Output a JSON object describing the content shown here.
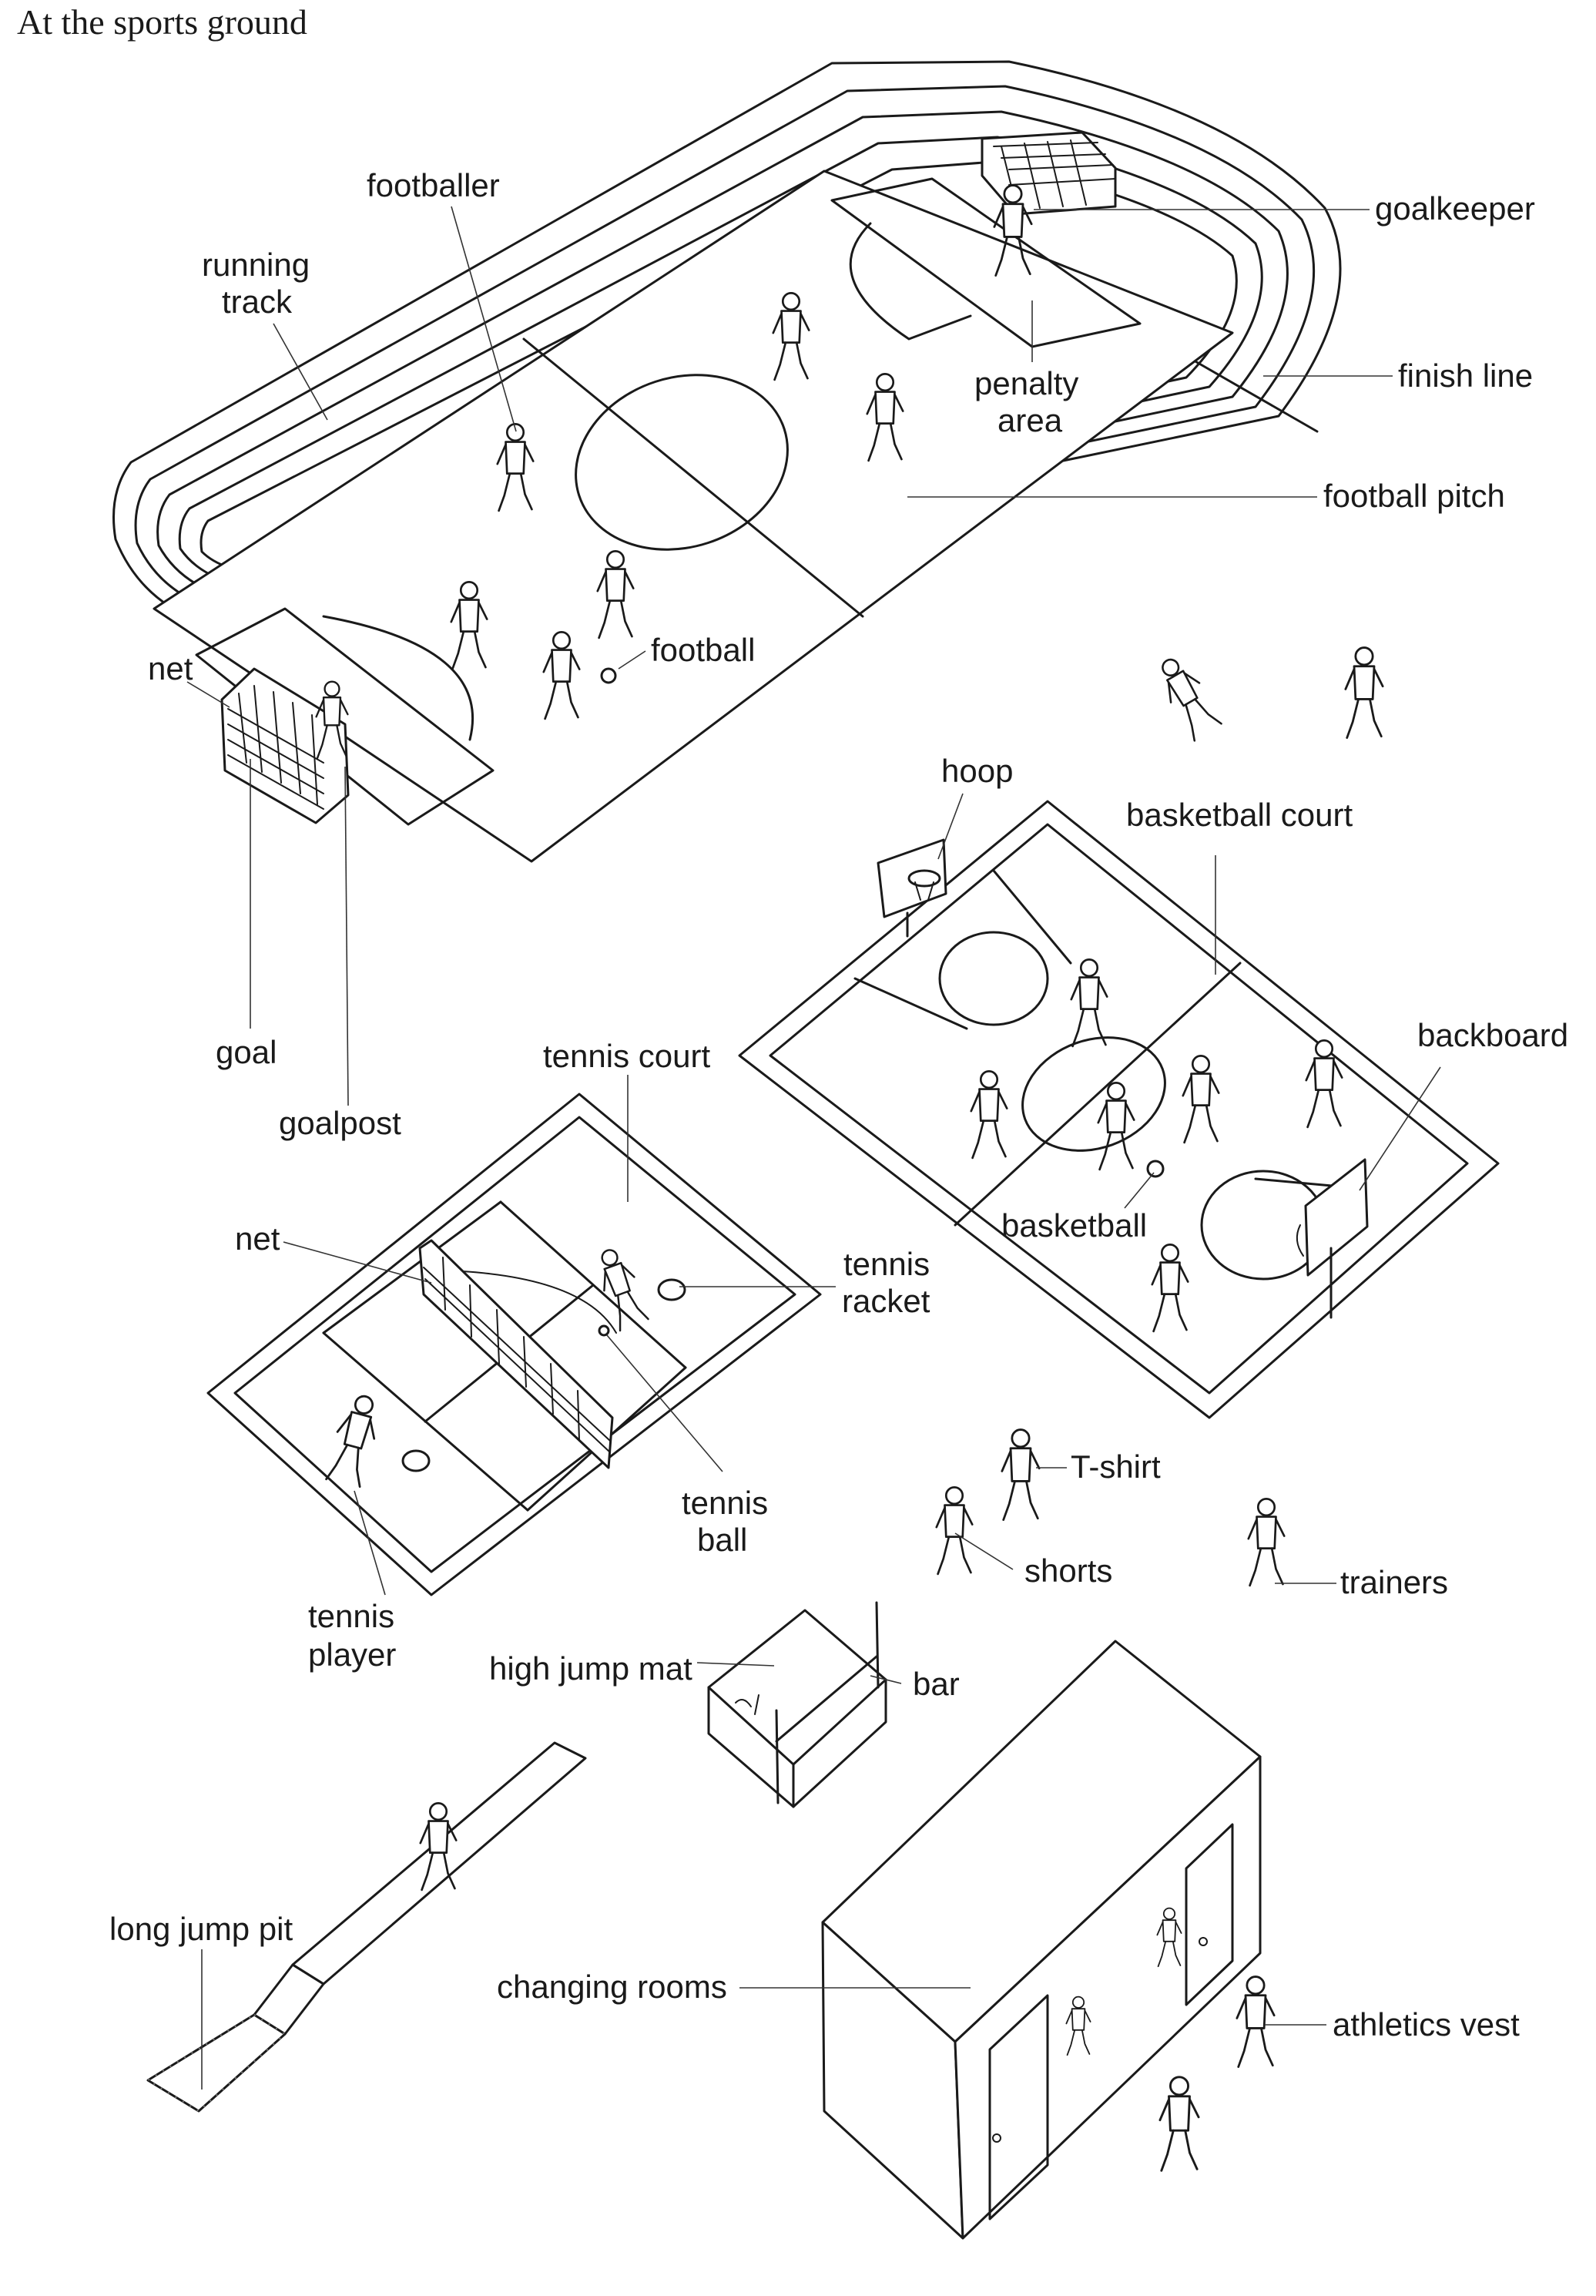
{
  "title": "At the sports ground",
  "labels": {
    "footballer": "footballer",
    "running_track_1": "running",
    "running_track_2": "track",
    "goalkeeper": "goalkeeper",
    "finish_line": "finish line",
    "penalty_area_1": "penalty",
    "penalty_area_2": "area",
    "football_pitch": "football pitch",
    "net_goal": "net",
    "football": "football",
    "goal": "goal",
    "goalpost": "goalpost",
    "hoop": "hoop",
    "basketball_court": "basketball court",
    "backboard": "backboard",
    "tennis_court": "tennis court",
    "basketball": "basketball",
    "net_tennis": "net",
    "tennis_racket_1": "tennis",
    "tennis_racket_2": "racket",
    "tennis_ball_1": "tennis",
    "tennis_ball_2": "ball",
    "tennis_player_1": "tennis",
    "tennis_player_2": "player",
    "t_shirt": "T-shirt",
    "shorts": "shorts",
    "trainers": "trainers",
    "high_jump_mat": "high jump mat",
    "bar": "bar",
    "long_jump_pit": "long jump pit",
    "changing_rooms": "changing rooms",
    "athletics_vest": "athletics vest"
  }
}
